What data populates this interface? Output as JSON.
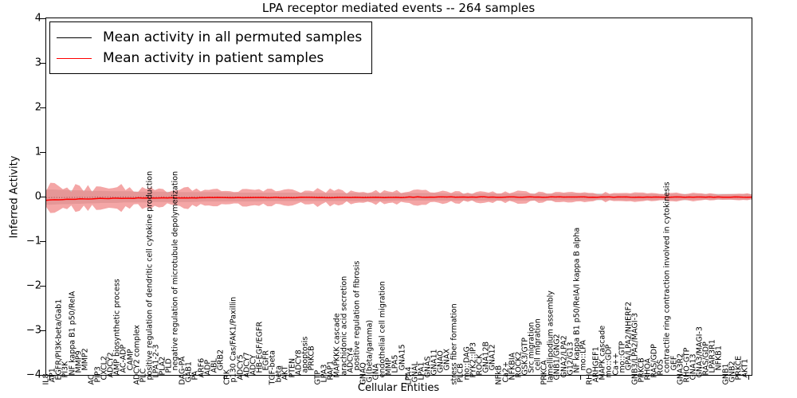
{
  "chart_data": {
    "type": "line",
    "title": "LPA receptor mediated events -- 264 samples",
    "xlabel": "Cellular Entities",
    "ylabel": "Inferred Activity",
    "ylim": [
      -4,
      4
    ],
    "yticks": [
      -4,
      -3,
      -2,
      -1,
      0,
      1,
      2,
      3,
      4
    ],
    "grid": false,
    "legend_position": "upper left",
    "legend": [
      {
        "label": "Mean activity in all permuted samples",
        "color": "#000000"
      },
      {
        "label": "Mean activity in patient samples",
        "color": "#ff0000"
      }
    ],
    "series": [
      {
        "name": "Mean activity in all permuted samples",
        "color": "#000000",
        "style": "dotted",
        "band_color": "#c8c8c8",
        "values": [
          -0.02,
          -0.02,
          -0.02,
          -0.02,
          -0.02,
          -0.02,
          -0.02,
          -0.01,
          -0.01,
          -0.01,
          -0.01,
          -0.01,
          -0.01,
          -0.01,
          -0.01,
          -0.01,
          -0.01,
          -0.01,
          -0.01,
          -0.01,
          -0.01,
          -0.01,
          -0.01,
          -0.01,
          -0.01,
          -0.01,
          -0.01,
          -0.01,
          -0.01,
          -0.01,
          -0.01,
          -0.01,
          -0.01,
          -0.01,
          -0.01,
          -0.01,
          -0.01,
          -0.01,
          -0.01,
          -0.01,
          -0.01,
          -0.01,
          -0.01,
          -0.01,
          -0.01,
          -0.01,
          -0.01,
          -0.01,
          -0.01,
          -0.01,
          -0.01,
          -0.01,
          -0.01,
          -0.01,
          -0.01,
          -0.01,
          -0.01,
          -0.01,
          -0.01,
          -0.01,
          -0.01,
          -0.01,
          -0.01,
          -0.01,
          -0.01,
          -0.01,
          -0.01,
          -0.01,
          -0.01,
          -0.01,
          -0.01,
          -0.01,
          -0.01,
          -0.01,
          -0.01,
          -0.01,
          -0.01,
          -0.01,
          -0.01,
          -0.01,
          -0.01,
          -0.01,
          -0.01,
          -0.01,
          -0.01,
          -0.01,
          -0.01,
          -0.01,
          -0.01,
          -0.01,
          -0.01,
          -0.01,
          -0.01,
          -0.01,
          -0.01,
          -0.01,
          -0.01,
          -0.01,
          -0.01,
          -0.01
        ],
        "band_lower": [
          -0.18,
          -0.18,
          -0.17,
          -0.17,
          -0.16,
          -0.16,
          -0.15,
          -0.15,
          -0.14,
          -0.14,
          -0.14,
          -0.13,
          -0.13,
          -0.13,
          -0.13,
          -0.12,
          -0.12,
          -0.12,
          -0.12,
          -0.12,
          -0.12,
          -0.12,
          -0.11,
          -0.11,
          -0.11,
          -0.11,
          -0.11,
          -0.11,
          -0.11,
          -0.11,
          -0.11,
          -0.1,
          -0.1,
          -0.1,
          -0.1,
          -0.1,
          -0.1,
          -0.1,
          -0.1,
          -0.1,
          -0.1,
          -0.1,
          -0.1,
          -0.1,
          -0.1,
          -0.1,
          -0.1,
          -0.1,
          -0.1,
          -0.09,
          -0.09,
          -0.09,
          -0.09,
          -0.09,
          -0.09,
          -0.09,
          -0.09,
          -0.09,
          -0.09,
          -0.09,
          -0.09,
          -0.09,
          -0.09,
          -0.09,
          -0.09,
          -0.09,
          -0.09,
          -0.09,
          -0.09,
          -0.09,
          -0.09,
          -0.09,
          -0.08,
          -0.08,
          -0.08,
          -0.08,
          -0.08,
          -0.08,
          -0.08,
          -0.08,
          -0.08,
          -0.08,
          -0.08,
          -0.08,
          -0.08,
          -0.08,
          -0.08,
          -0.08,
          -0.08,
          -0.08,
          -0.08,
          -0.07,
          -0.07,
          -0.07,
          -0.07,
          -0.07,
          -0.07,
          -0.07,
          -0.07,
          -0.07
        ],
        "band_upper": [
          0.16,
          0.16,
          0.15,
          0.15,
          0.14,
          0.14,
          0.13,
          0.13,
          0.13,
          0.12,
          0.12,
          0.12,
          0.12,
          0.11,
          0.11,
          0.11,
          0.11,
          0.11,
          0.1,
          0.1,
          0.1,
          0.1,
          0.1,
          0.1,
          0.1,
          0.1,
          0.09,
          0.09,
          0.09,
          0.09,
          0.09,
          0.09,
          0.09,
          0.09,
          0.09,
          0.09,
          0.09,
          0.09,
          0.08,
          0.08,
          0.08,
          0.08,
          0.08,
          0.08,
          0.08,
          0.08,
          0.08,
          0.08,
          0.08,
          0.08,
          0.08,
          0.08,
          0.08,
          0.08,
          0.08,
          0.08,
          0.07,
          0.07,
          0.07,
          0.07,
          0.07,
          0.07,
          0.07,
          0.07,
          0.07,
          0.07,
          0.07,
          0.07,
          0.07,
          0.07,
          0.07,
          0.07,
          0.07,
          0.07,
          0.07,
          0.07,
          0.07,
          0.07,
          0.07,
          0.06,
          0.06,
          0.06,
          0.06,
          0.06,
          0.06,
          0.06,
          0.06,
          0.06,
          0.06,
          0.06,
          0.06,
          0.06,
          0.06,
          0.06,
          0.06,
          0.06,
          0.06,
          0.06,
          0.06,
          0.06
        ]
      },
      {
        "name": "Mean activity in patient samples",
        "color": "#ff0000",
        "style": "solid",
        "band_color": "#f08080",
        "values": [
          -0.08,
          -0.07,
          -0.07,
          -0.06,
          -0.06,
          -0.05,
          -0.05,
          -0.05,
          -0.04,
          -0.04,
          -0.04,
          -0.04,
          -0.04,
          -0.03,
          -0.03,
          -0.03,
          -0.03,
          -0.03,
          -0.03,
          -0.03,
          -0.03,
          -0.03,
          -0.02,
          -0.02,
          -0.02,
          -0.02,
          -0.02,
          -0.02,
          -0.02,
          -0.02,
          -0.02,
          -0.02,
          -0.02,
          -0.02,
          -0.02,
          -0.02,
          -0.02,
          -0.02,
          -0.02,
          -0.02,
          -0.02,
          -0.02,
          -0.02,
          -0.02,
          -0.02,
          -0.02,
          -0.02,
          -0.02,
          -0.02,
          -0.02,
          -0.02,
          -0.01,
          -0.01,
          -0.01,
          -0.01,
          -0.01,
          -0.01,
          -0.01,
          -0.01,
          -0.01,
          -0.01,
          -0.01,
          -0.01,
          -0.01,
          -0.01,
          -0.01,
          -0.01,
          -0.01,
          -0.01,
          -0.01,
          -0.01,
          -0.01,
          -0.01,
          -0.01,
          -0.01,
          -0.01,
          -0.01,
          -0.01,
          -0.01,
          -0.01,
          -0.01,
          -0.01,
          -0.01,
          -0.01,
          -0.01,
          -0.01,
          -0.01,
          -0.01,
          -0.01,
          -0.01,
          -0.01,
          -0.01,
          -0.01,
          -0.01,
          -0.01,
          -0.01,
          -0.01,
          -0.01,
          -0.01,
          -0.01
        ],
        "band_lower": [
          -0.3,
          -0.32,
          -0.29,
          -0.27,
          -0.31,
          -0.28,
          -0.25,
          -0.29,
          -0.26,
          -0.24,
          -0.27,
          -0.25,
          -0.22,
          -0.26,
          -0.24,
          -0.21,
          -0.25,
          -0.23,
          -0.2,
          -0.24,
          -0.22,
          -0.19,
          -0.23,
          -0.21,
          -0.18,
          -0.22,
          -0.2,
          -0.18,
          -0.21,
          -0.19,
          -0.17,
          -0.2,
          -0.18,
          -0.16,
          -0.19,
          -0.18,
          -0.16,
          -0.19,
          -0.17,
          -0.15,
          -0.18,
          -0.16,
          -0.15,
          -0.17,
          -0.16,
          -0.14,
          -0.17,
          -0.15,
          -0.14,
          -0.16,
          -0.15,
          -0.13,
          -0.16,
          -0.14,
          -0.13,
          -0.15,
          -0.14,
          -0.12,
          -0.15,
          -0.13,
          -0.12,
          -0.14,
          -0.13,
          -0.11,
          -0.14,
          -0.12,
          -0.11,
          -0.13,
          -0.12,
          -0.11,
          -0.13,
          -0.11,
          -0.1,
          -0.12,
          -0.11,
          -0.1,
          -0.12,
          -0.1,
          -0.09,
          -0.11,
          -0.1,
          -0.09,
          -0.11,
          -0.1,
          -0.08,
          -0.1,
          -0.09,
          -0.08,
          -0.1,
          -0.09,
          -0.08,
          -0.09,
          -0.08,
          -0.07,
          -0.09,
          -0.08,
          -0.07,
          -0.08,
          -0.07,
          -0.06
        ],
        "band_upper": [
          0.22,
          0.25,
          0.21,
          0.19,
          0.24,
          0.2,
          0.18,
          0.22,
          0.19,
          0.17,
          0.21,
          0.18,
          0.16,
          0.2,
          0.17,
          0.15,
          0.19,
          0.17,
          0.15,
          0.18,
          0.16,
          0.14,
          0.18,
          0.16,
          0.14,
          0.17,
          0.15,
          0.13,
          0.16,
          0.15,
          0.13,
          0.16,
          0.14,
          0.12,
          0.15,
          0.14,
          0.12,
          0.15,
          0.13,
          0.12,
          0.14,
          0.13,
          0.11,
          0.14,
          0.12,
          0.11,
          0.13,
          0.12,
          0.11,
          0.13,
          0.11,
          0.1,
          0.12,
          0.11,
          0.1,
          0.12,
          0.11,
          0.1,
          0.11,
          0.1,
          0.09,
          0.11,
          0.1,
          0.09,
          0.11,
          0.1,
          0.09,
          0.1,
          0.09,
          0.08,
          0.1,
          0.09,
          0.08,
          0.09,
          0.09,
          0.08,
          0.09,
          0.08,
          0.07,
          0.09,
          0.08,
          0.07,
          0.08,
          0.08,
          0.07,
          0.08,
          0.07,
          0.06,
          0.08,
          0.07,
          0.06,
          0.07,
          0.07,
          0.06,
          0.07,
          0.06,
          0.06,
          0.06,
          0.06,
          0.05
        ]
      }
    ],
    "categories": [
      "IL8",
      "AP1",
      "EGFR/PI3K-beta/Gab1",
      "PI3K",
      "NF kappa B1 p50/RelA",
      "MMP9",
      "MMP2",
      "AC",
      "PIP3",
      "CXCL2",
      "ADCY2",
      "AMP biosynthetic process",
      "AC-ADP",
      "CAMP",
      "ADCY2 complex",
      "PLC",
      "positive regulation of dendritic cell cytokine production",
      "LPA1-2-3",
      "PLA2",
      "PLD",
      "negative regulation of microtubule depolymerization",
      "DAG-PA",
      "GAB1",
      "PA",
      "ARF6",
      "ADP",
      "ABL",
      "GRB2",
      "CRK",
      "p130 Cas/FAK1/Paxillin",
      "ADCY5",
      "ADCY7",
      "ADCY",
      "HB-EGF/EGFR",
      "EGFR",
      "TGF-beta",
      "beta",
      "AKT",
      "PTEN",
      "ADCY8",
      "apoptosis",
      "PRKCB",
      "GTP",
      "LPA3",
      "RAP1",
      "MAPKKK cascade",
      "arachidonic acid secretion",
      "ADCY4",
      "positive regulation of fibrosis",
      "GNAQ",
      "G (beta/gamma)",
      "GNA",
      "endothelial cell migration",
      "MMP",
      "LPA5",
      "GNA15",
      "LPA4",
      "GNAL",
      "LPA1",
      "GNAS",
      "GNA11",
      "GNAO",
      "GNAX",
      "stress fiber formation",
      "PLCB",
      "mo::DAG",
      "PYK2::IP3",
      "ROCK",
      "GNA12B",
      "GNA12",
      "NFkB",
      "Ca2+",
      "NFKBIA",
      "ROCK2",
      "GSK3/GTP",
      "Src migration",
      "cell migration",
      "PRKCA",
      "lamellipodium assembly",
      "GNB1/GNG2",
      "GNA2/LPA2",
      "G12/G13",
      "NF kappa B1 p50/RelA/I kappa B alpha",
      "mo::LPA",
      "RHO",
      "ARHGEF1",
      "MAPK cascade",
      "mo::GDP",
      "Ca++",
      "mo::GTP",
      "GPA/LPA2/NHERF2",
      "GNB3/LPA2/MAGI-3",
      "PRKCB",
      "RHOA",
      "RAS/GDP",
      "ROS",
      "contractile ring contraction involved in cytokinesis",
      "GEF",
      "GNA3R2",
      "RHO-GTP",
      "GNA13",
      "GNA3/MAGI-3",
      "RAS/GDP",
      "LPAR3R1",
      "NFKB1",
      "GNB1",
      "GNB2",
      "PRKCE",
      "AKT1"
    ]
  }
}
